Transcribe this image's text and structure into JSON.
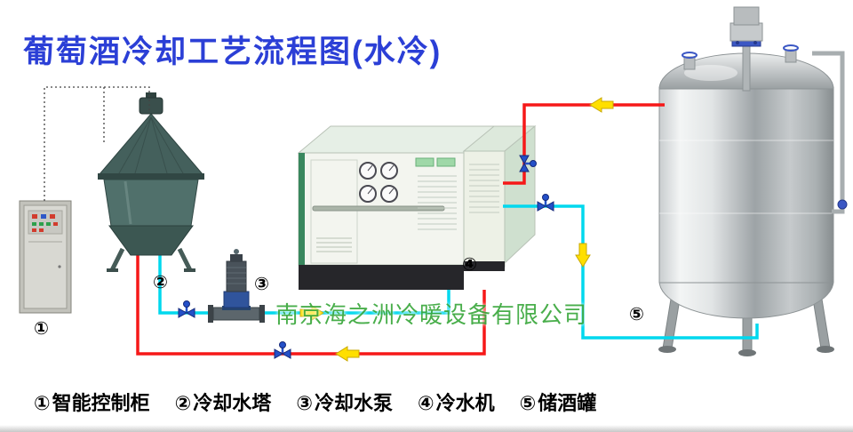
{
  "title": "葡萄酒冷却工艺流程图(水冷)",
  "watermark": "南京海之洲冷暖设备有限公司",
  "equipment": {
    "cabinet": {
      "num": "①",
      "name": "智能控制柜"
    },
    "tower": {
      "num": "②",
      "name": "冷却水塔"
    },
    "pump": {
      "num": "③",
      "name": "冷却水泵"
    },
    "chiller": {
      "num": "④",
      "name": "冷水机"
    },
    "tank": {
      "num": "⑤",
      "name": "储酒罐"
    }
  },
  "colors": {
    "title_blue": "#2b3fd6",
    "watermark_green": "#3aa83c",
    "hot_pipe": "#f61818",
    "cold_pipe": "#00d8ee",
    "arrow_yellow": "#ffdf00",
    "valve_blue": "#2450c8"
  }
}
